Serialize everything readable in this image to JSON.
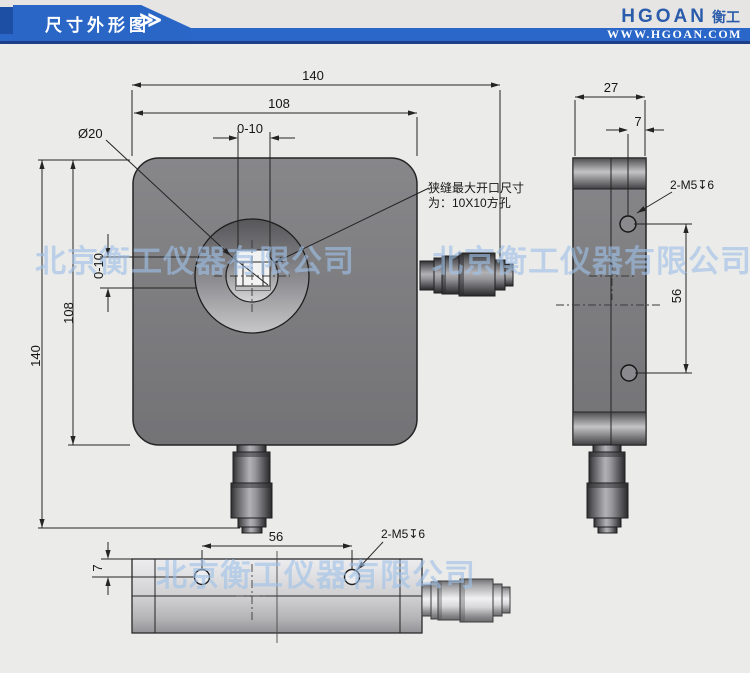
{
  "header": {
    "title": "尺寸外形图",
    "chevrons": "≫",
    "brand": "HGOAN",
    "brand_cn": "衡工",
    "website": "WWW.HGOAN.COM",
    "colors": {
      "banner": "#2a66c6",
      "strip": "#2b67c8",
      "underline": "#1c3f87",
      "logo_blue": "#2b5cab"
    }
  },
  "watermark": {
    "text": "北京衡工仪器有限公司",
    "color": "#9fc1e8"
  },
  "annotation": {
    "line1": "狭缝最大开口尺寸",
    "line2": "为：10X10方孔"
  },
  "front_view": {
    "dim_overall_width": "140",
    "dim_plate_width": "108",
    "dim_slit_width": "0-10",
    "dim_aperture": "Ø20",
    "dim_slit_height": "0-10",
    "dim_plate_height": "108",
    "dim_overall_height": "140"
  },
  "side_view": {
    "dim_thickness": "27",
    "dim_hole_edge_offset": "7",
    "thread_note": "2-M5↧6",
    "dim_hole_spacing": "56"
  },
  "bottom_view": {
    "dim_hole_spacing": "56",
    "dim_hole_edge_offset": "7",
    "thread_note": "2-M5↧6"
  }
}
